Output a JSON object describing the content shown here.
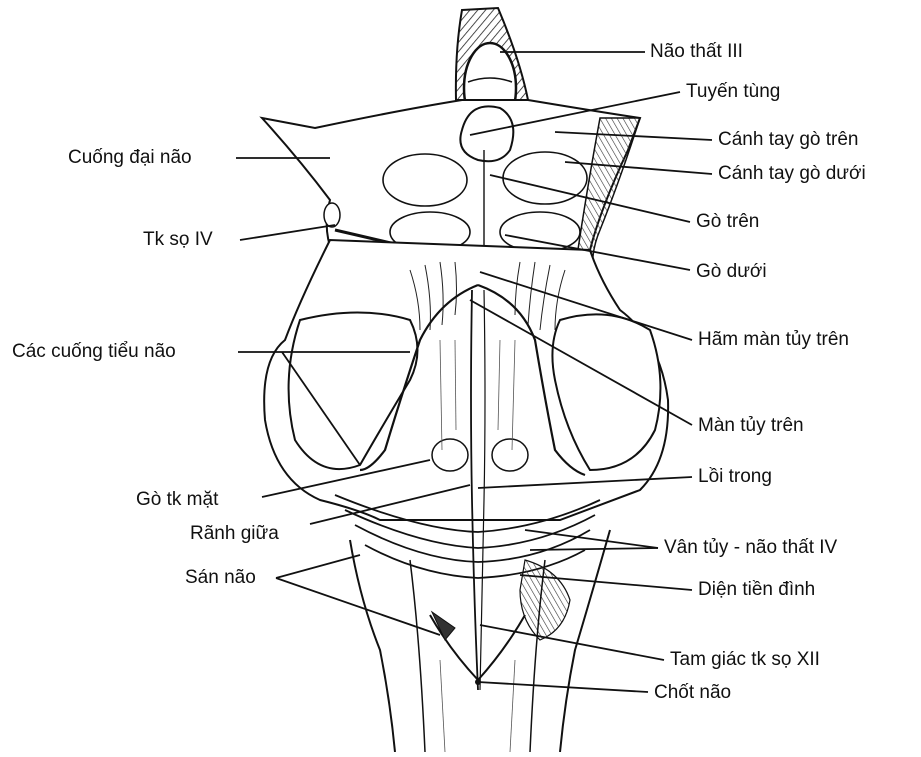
{
  "labels": {
    "nao_that_iii": "Não thất III",
    "tuyen_tung": "Tuyến tùng",
    "canh_tay_go_tren": "Cánh tay gò trên",
    "canh_tay_go_duoi": "Cánh tay gò dưới",
    "go_tren": "Gò trên",
    "go_duoi": "Gò dưới",
    "ham_man_tuy_tren": "Hãm màn tủy trên",
    "man_tuy_tren": "Màn tủy trên",
    "loi_trong": "Lồi trong",
    "van_tuy_nao_that_iv": "Vân tủy - não thất IV",
    "dien_tien_dinh": "Diện tiền đình",
    "tam_giac_tk_so_xii": "Tam giác tk sọ XII",
    "chot_nao": "Chốt não",
    "cuong_dai_nao": "Cuống đại não",
    "tk_so_iv": "Tk sọ IV",
    "cac_cuong_tieu_nao": "Các cuống tiểu não",
    "go_tk_mat": "Gò tk mặt",
    "ranh_giua": "Rãnh giữa",
    "san_nao": "Sán não"
  }
}
